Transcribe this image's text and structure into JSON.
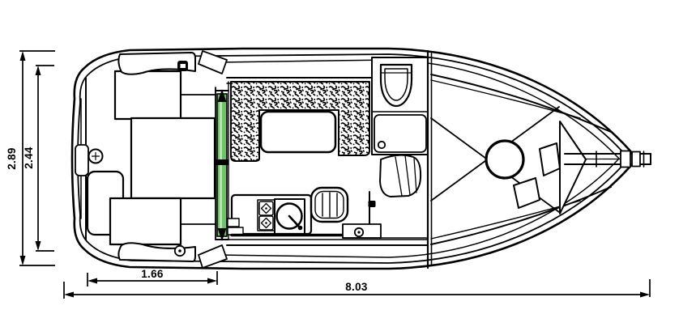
{
  "diagram": {
    "type": "boat-deck-plan-top-view",
    "measurements": {
      "overall_length": "8.03",
      "cockpit_length": "1.66",
      "overall_beam": "2.89",
      "hull_beam": "2.44"
    },
    "colors": {
      "line": "#000000",
      "background": "#ffffff",
      "bench_cushion": "#b0681c",
      "sliding_door": "#6fc269",
      "sliding_door_highlight": "#b9e3b3"
    }
  }
}
